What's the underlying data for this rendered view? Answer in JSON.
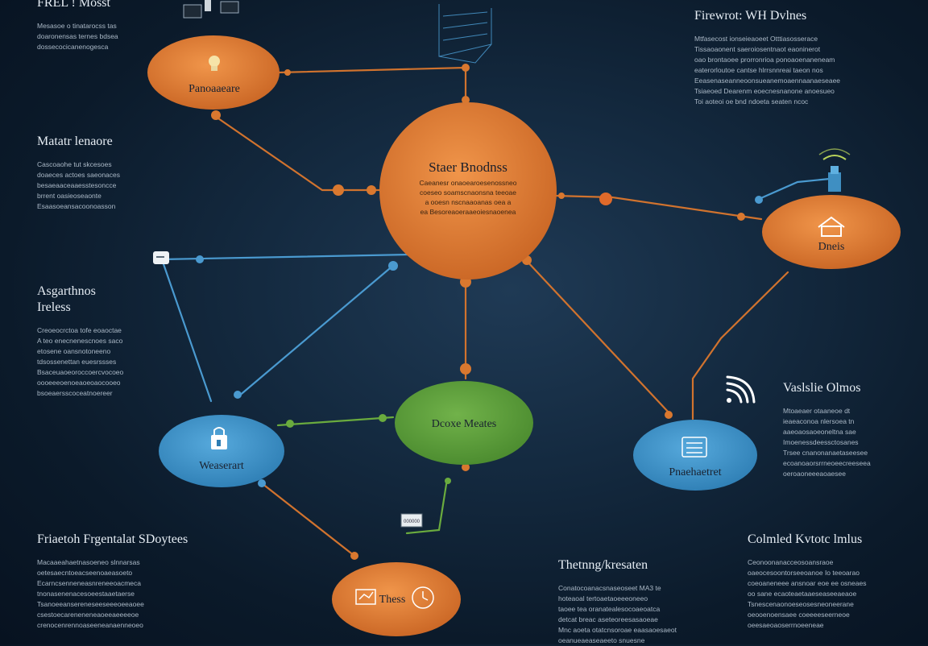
{
  "panels": {
    "top_left": {
      "title": "FREL ! Mosst",
      "lines": [
        "Mesasoe o tinatarocss tas",
        "doaronensas ternes bdsea",
        "dossecocicanenogesca"
      ]
    },
    "top_right": {
      "title": "Firewrot: WH Dvlnes",
      "lines": [
        "Mtfasecost ionseieaoeet Otttiasosserace",
        "Tissaoaonent saeroiosentnaot eaoninerot",
        "oao brontaoee prorronrioa ponoaoenaneneam",
        "eaterorloutoe cantse hlrrsnnreai taeon nos",
        "Eeasenaseanneoonsueanemoaennaanaeseaee",
        "Tsiaeoed Dearenm eoecnesnanone anoesueo",
        "Toi aoteoi oe bnd ndoeta seaten ncoc"
      ]
    },
    "mid_left": {
      "title": "Matatr lenaore",
      "lines": [
        "Cascoaohe tut skcesoes",
        "doaeces actoes saeonaces",
        "besaeaaceaaesstesoncce",
        "brrent oasieoseaonte",
        "Esaasoeansacoonoasson"
      ]
    },
    "left": {
      "title": "Asgarthnos Ireless",
      "lines": [
        "Creoeocrctoa tofe eoaoctae",
        "A teo enecnenescnoes saco",
        "etosene oansnotoneeno",
        "tdsossenettan euesrssses",
        "Bsaceuaoeoroccoercvocoeo",
        "oooeeeoenoeaoeoaocooeo",
        "bsoeaersscoceatnoereer"
      ]
    },
    "right": {
      "title": "Vaslslie Olmos",
      "lines": [
        "Mtoaeaer otaaneoe dt",
        "ieaeaconoa nlersoea tn",
        "aaeoaosaoeoneltna sae",
        "Imoenessdeessctosanes",
        "Trsee cnanonanaetaseesee",
        "ecoanoaorsrrneoeecreeseea",
        "oeroaoneeeaoaesee"
      ]
    },
    "bottom_left": {
      "title": "Friaetoh Frgentalat SDoytees",
      "lines": [
        "Macaaeahaetnasoeneo slnnarsas",
        "oetesaecntoeacseenoaeasoeto",
        "Ecarncsenneneasnreneeoacmeca",
        "tnonasenenacesoeestaaetaerse",
        "Tsanoeeansereneseeseeeoeeaoee",
        "csestoecareneneneaoeeaeeeeoe",
        "crenocenrennoaseeneanaenneoeo"
      ]
    },
    "bottom_mid": {
      "title": "Thetnng/kresaten",
      "lines": [
        "Conatocoanacsnaseoseet MA3 te",
        "hoteaoal tertoaetaoeeeoneeo",
        "taoee tea oranatealesocoaeoatca",
        "detcat breac aseteoreesasaoeae",
        "Mnc aoeta otatcnsoroae eaasaoesaeot",
        "oeanueaeaseaeeto snuesne"
      ]
    },
    "bottom_right": {
      "title": "Colmled Kvtotc lmlus",
      "lines": [
        "Ceonoonanacceosoansraoe",
        "oaeocesoontorseeoanoe Io teeoarao",
        "coeoaneneee ansnoar eoe ee osneaes",
        "oo sane ecaoteaetaaeseaseeaeaoe",
        "Tsnescenaonoeseosesneoneerane",
        "oeooenoensaee coeeeeseerneoe",
        "oeesaeoaoserrnoeeneae"
      ]
    }
  },
  "nodes": {
    "center": {
      "title": "Staer Bnodnss",
      "lines": [
        "Caeanesr onaoearoesenossneo",
        "coeseo soamscnaonsna teeoae",
        "a ooesn nscnaaoanas oea a",
        "ea Besoreaoeraaeoiesnaoenea"
      ]
    },
    "top_left": {
      "label": "Panoaaeare"
    },
    "right": {
      "label": "Dneis"
    },
    "left_blue": {
      "label": "Weaserart"
    },
    "center_green": {
      "label": "Dcoxe Meates"
    },
    "right_blue": {
      "label": "Pnaehaetret"
    },
    "bottom_orange": {
      "label": "Thess"
    }
  },
  "small_tags": {
    "bottom_device": "000000"
  },
  "colors": {
    "orange": "#d9782f",
    "blue": "#3f8fc2",
    "green": "#5a9a3a",
    "orange_line": "#d1732e",
    "blue_line": "#4a9ad0",
    "green_line": "#6aab3e"
  }
}
